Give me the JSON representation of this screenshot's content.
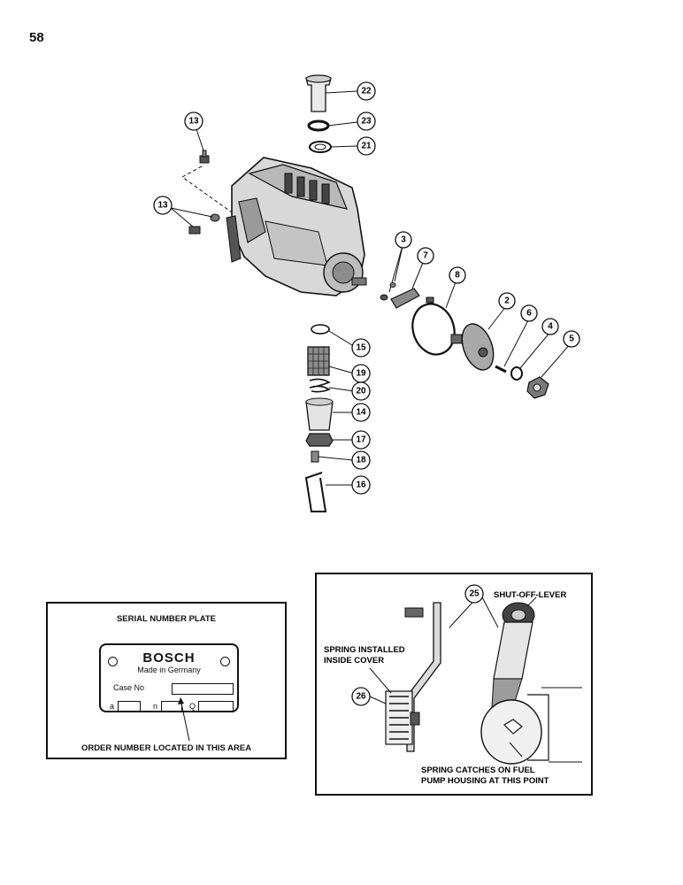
{
  "page": {
    "number": "58"
  },
  "callouts": {
    "c22": "22",
    "c23": "23",
    "c21": "21",
    "c13a": "13",
    "c13b": "13",
    "c3": "3",
    "c7": "7",
    "c8": "8",
    "c2": "2",
    "c6": "6",
    "c4": "4",
    "c5": "5",
    "c15": "15",
    "c19": "19",
    "c20": "20",
    "c14": "14",
    "c17": "17",
    "c18": "18",
    "c16": "16"
  },
  "serial_plate": {
    "title": "SERIAL NUMBER PLATE",
    "brand": "BOSCH",
    "made_in": "Made in Germany",
    "case_label": "Case No",
    "field_a": "a",
    "field_n": "n",
    "field_q": "Q",
    "footer": "ORDER NUMBER LOCATED IN THIS AREA"
  },
  "shutoff_detail": {
    "callout_25": "25",
    "callout_26": "26",
    "shut_off_lever": "SHUT-OFF-LEVER",
    "spring_installed_1": "SPRING INSTALLED",
    "spring_installed_2": "INSIDE COVER",
    "spring_catches_1": "SPRING CATCHES ON FUEL",
    "spring_catches_2": "PUMP HOUSING AT THIS POINT"
  }
}
